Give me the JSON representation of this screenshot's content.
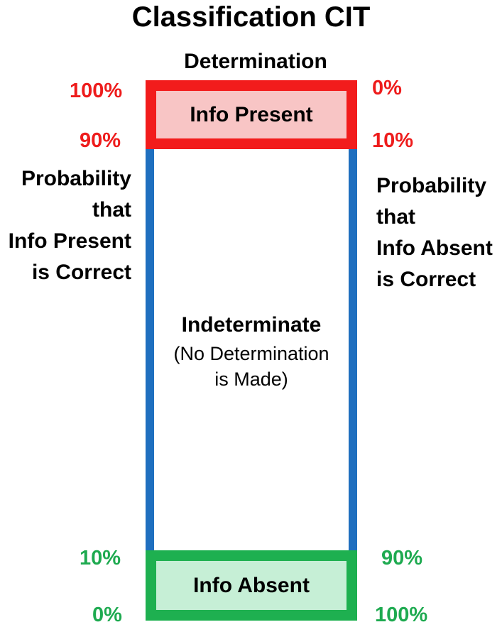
{
  "title": "Classification CIT",
  "determination_label": "Determination",
  "bands": {
    "present_label": "Info Present",
    "absent_label": "Info Absent",
    "indeterminate_label": "Indeterminate",
    "indeterminate_note_line1": "(No Determination",
    "indeterminate_note_line2": "is Made)"
  },
  "left_axis": {
    "label_lines": [
      "Probability",
      "that",
      "Info Present",
      "is Correct"
    ],
    "ticks": {
      "top": "100%",
      "upper": "90%",
      "lower": "10%",
      "bottom": "0%"
    }
  },
  "right_axis": {
    "label_lines": [
      "Probability",
      "that",
      "Info Absent",
      "is Correct"
    ],
    "ticks": {
      "top": "0%",
      "upper": "10%",
      "lower": "90%",
      "bottom": "100%"
    }
  },
  "colors": {
    "column_border": "#1f6fbf",
    "present_border": "#f21c1c",
    "present_fill": "#f8c5c5",
    "absent_border": "#1eb050",
    "absent_fill": "#c6efd6",
    "red_text": "#ee1c1c",
    "green_text": "#1eaa50"
  }
}
